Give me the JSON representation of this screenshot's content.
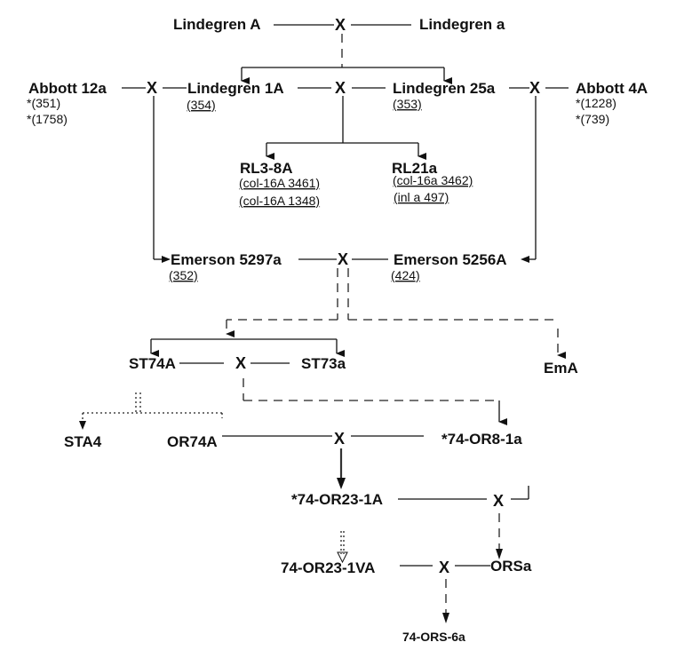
{
  "diagram": {
    "cross_symbol": "X",
    "nodes": {
      "lindegren_A": "Lindegren A",
      "lindegren_a": "Lindegren a",
      "abbott_12a": "Abbott 12a",
      "abbott_12a_notes": [
        "*(351)",
        "*(1758)"
      ],
      "lindegren_1A": "Lindegren 1A",
      "lindegren_1A_note": "(354)",
      "lindegren_25a": "Lindegren 25a",
      "lindegren_25a_note": "(353)",
      "abbott_4A": "Abbott 4A",
      "abbott_4A_notes": [
        "*(1228)",
        "*(739)"
      ],
      "rl3_8A": "RL3-8A",
      "rl3_8A_notes": [
        "(col-16A 3461)",
        "(col-16A 1348)"
      ],
      "rl21a": "RL21a",
      "rl21a_notes": [
        "(col-16a 3462)",
        "(inl a 497)"
      ],
      "emerson_5297a": "Emerson 5297a",
      "emerson_5297a_note": "(352)",
      "emerson_5256A": "Emerson 5256A",
      "emerson_5256A_note": "(424)",
      "st74A": "ST74A",
      "st73a": "ST73a",
      "emA": "EmA",
      "sta4": "STA4",
      "or74A": "OR74A",
      "or8_1a": "*74-OR8-1a",
      "or23_1A": "*74-OR23-1A",
      "or23_1VA": "74-OR23-1VA",
      "orsa": "ORSa",
      "ors_6a": "74-ORS-6a"
    }
  }
}
